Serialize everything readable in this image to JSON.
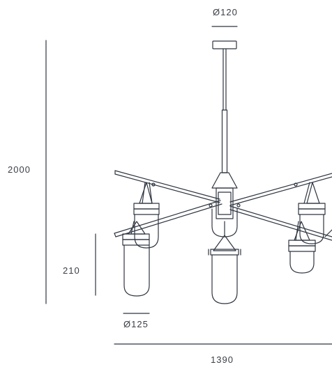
{
  "dimensions": {
    "canopy_diameter": "Ø120",
    "overall_height": "2000",
    "shade_height": "210",
    "shade_diameter": "Ø125",
    "overall_width": "1390"
  },
  "colors": {
    "line": "#2f3540",
    "text": "#3a3f47",
    "background": "#ffffff"
  }
}
